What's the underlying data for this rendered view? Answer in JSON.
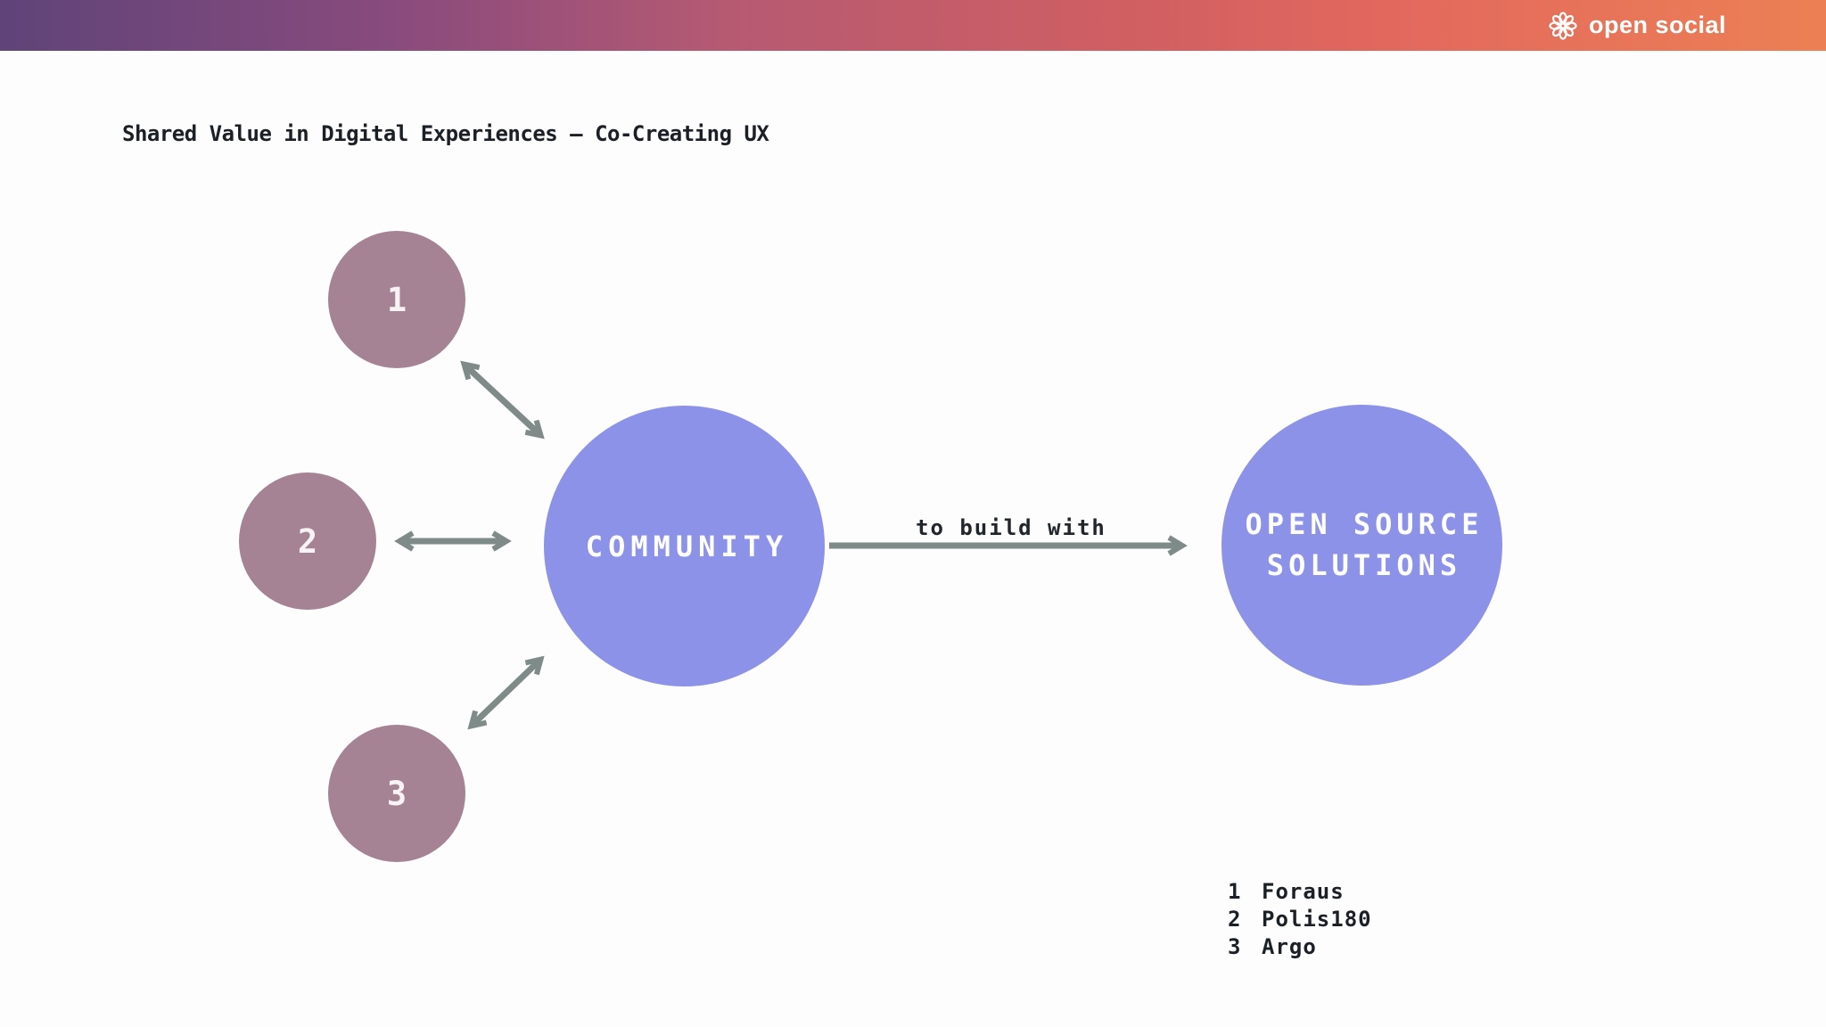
{
  "header": {
    "logo_text": "open social",
    "logo_icon": "flower-icon",
    "gradient": [
      "#5f4479",
      "#8a4b7d",
      "#b65a72",
      "#d05f62",
      "#e2685e",
      "#ec8054"
    ]
  },
  "slide": {
    "title": "Shared Value in Digital Experiences – Co-Creating UX"
  },
  "diagram": {
    "nodes": [
      {
        "label": "1",
        "color": "#a58294"
      },
      {
        "label": "2",
        "color": "#a58294"
      },
      {
        "label": "3",
        "color": "#a58294"
      }
    ],
    "community": {
      "label": "COMMUNITY",
      "color": "#8b92e8"
    },
    "open_source": {
      "line1": "OPEN SOURCE",
      "line2": "SOLUTIONS",
      "color": "#8b92e8"
    },
    "arrow_label": "to build with",
    "arrow_color": "#7e8b89"
  },
  "legend": {
    "items": [
      {
        "num": "1",
        "label": "Foraus"
      },
      {
        "num": "2",
        "label": "Polis180"
      },
      {
        "num": "3",
        "label": "Argo"
      }
    ]
  },
  "colors": {
    "background": "#fdfdfd",
    "text": "#1b2026",
    "circle_small": "#a58294",
    "circle_big": "#8b92e8",
    "arrow": "#7e8b89"
  }
}
